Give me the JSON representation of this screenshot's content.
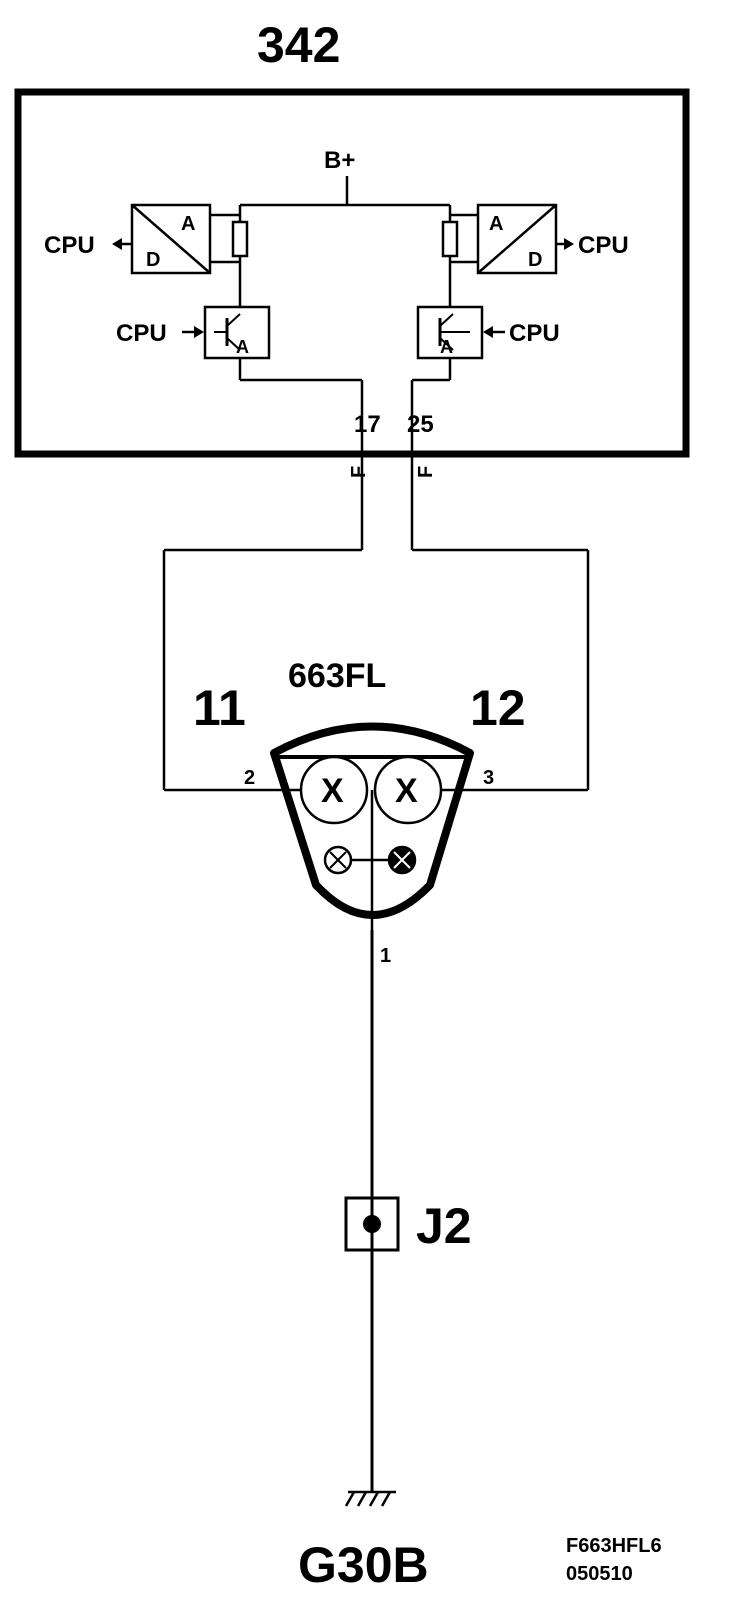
{
  "module": {
    "id": "342",
    "supply": "B+",
    "cpu_label": "CPU",
    "adc_a": "A",
    "adc_d": "D",
    "driver_a": "A",
    "pin_left": "17",
    "pin_right": "25",
    "connector_left": "F",
    "connector_right": "F"
  },
  "lamp": {
    "id": "663FL",
    "wire_left": "11",
    "wire_right": "12",
    "pin_left": "2",
    "pin_right": "3",
    "pin_ground": "1",
    "bulb_symbol": "X"
  },
  "splice": {
    "id": "J2"
  },
  "ground": {
    "id": "G30B"
  },
  "drawing_ref": {
    "code": "F663HFL6",
    "date": "050510"
  }
}
